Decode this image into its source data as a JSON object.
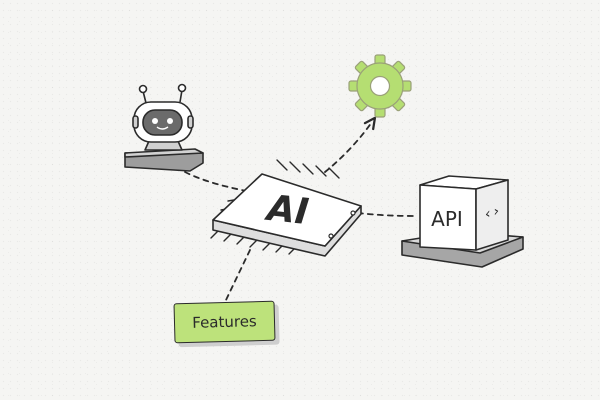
{
  "diagram": {
    "hub_label": "AI",
    "api_label": "API",
    "api_code_glyph": "‹›",
    "features_label": "Features"
  },
  "colors": {
    "accent_green": "#b5de72",
    "ink": "#2b2b2b",
    "robot_face": "#6b6b6b"
  }
}
